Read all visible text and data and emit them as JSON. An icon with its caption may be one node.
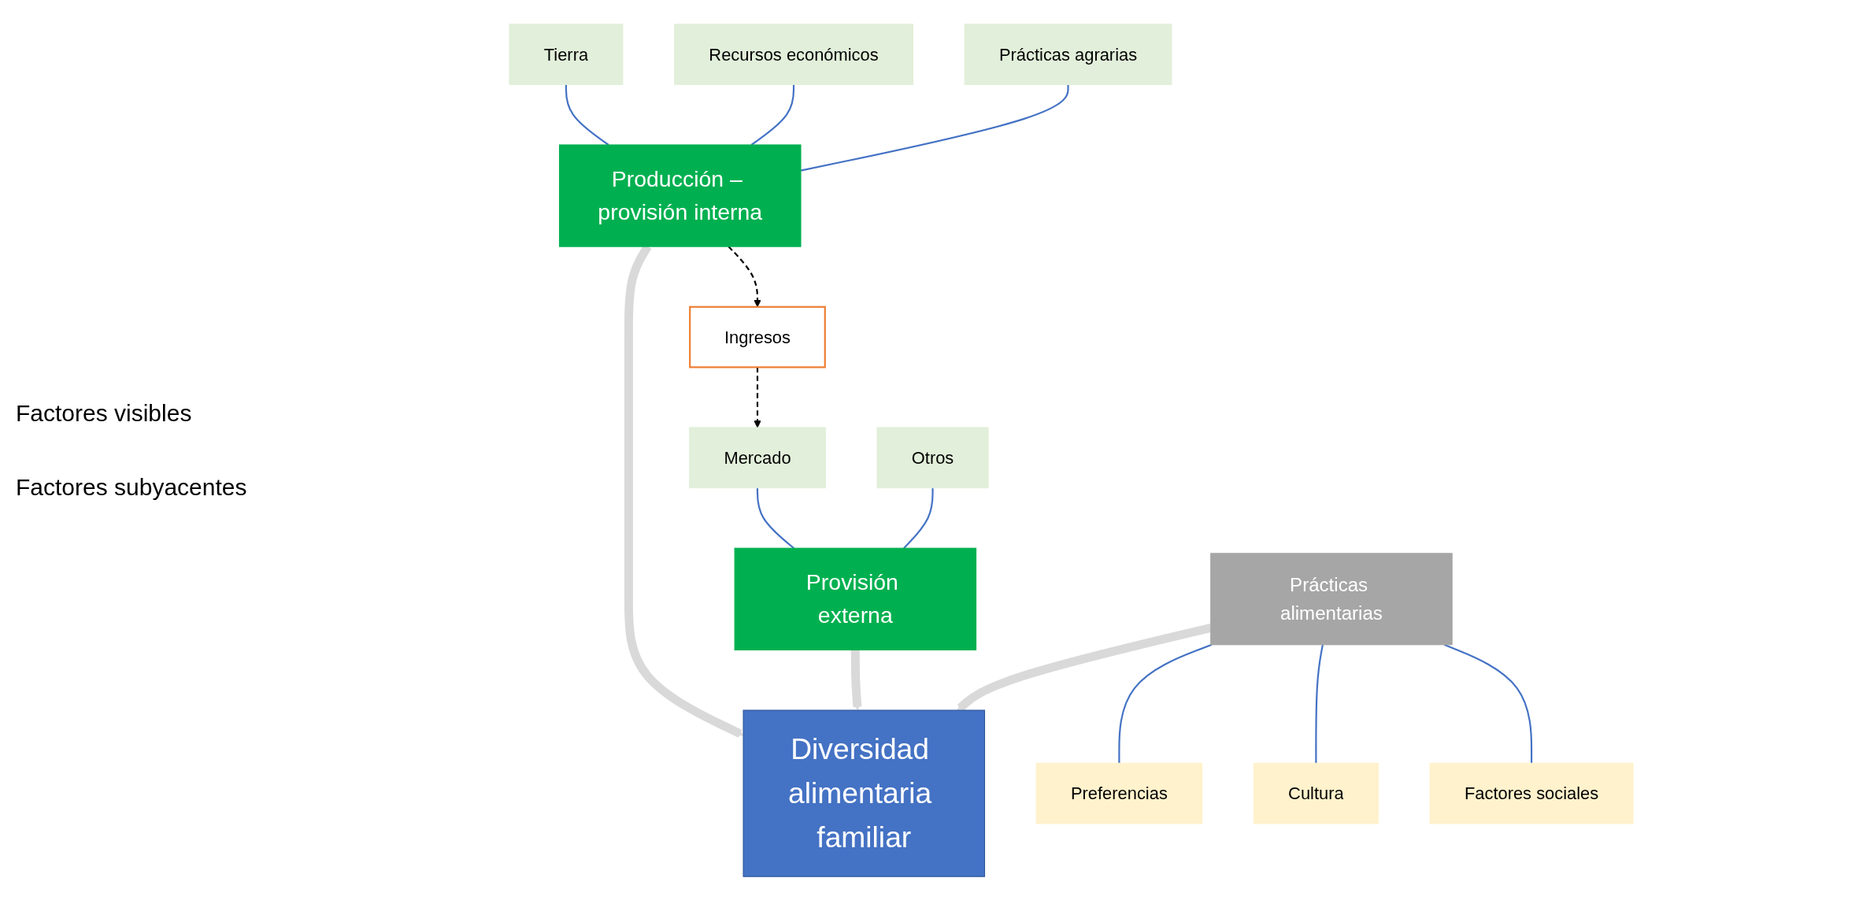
{
  "diagram": {
    "nodes": [
      {
        "text": [
          "Tierra"
        ]
      },
      {
        "text": [
          "Recursos económicos"
        ]
      },
      {
        "text": [
          "Prácticas agrarias"
        ]
      },
      {
        "text": [
          "Producción – provisión interna"
        ]
      },
      {
        "text": [
          "Ingresos"
        ]
      },
      {
        "text": [
          "Mercado"
        ]
      },
      {
        "text": [
          "Otros"
        ]
      },
      {
        "text": [
          "Provisión externa"
        ]
      },
      {
        "text": [
          "Diversidad alimentaria familiar"
        ]
      },
      {
        "text": [
          "Prácticas alimentarias"
        ]
      },
      {
        "text": [
          "Preferencias"
        ]
      },
      {
        "text": [
          "Cultura"
        ]
      },
      {
        "text": [
          "Factores sociales"
        ]
      }
    ],
    "edges": [
      {
        "from": 0,
        "to": 3,
        "arrow": "none"
      },
      {
        "from": 1,
        "to": 3,
        "arrow": "none"
      },
      {
        "from": 2,
        "to": 3,
        "arrow": "none"
      },
      {
        "from": 3,
        "to": 4,
        "arrow": "to",
        "style": "dashed",
        "color": "#000000"
      },
      {
        "from": 4,
        "to": 5,
        "arrow": "to",
        "style": "dashed",
        "color": "#000000"
      },
      {
        "from": 5,
        "to": 7,
        "arrow": "none"
      },
      {
        "from": 6,
        "to": 7,
        "arrow": "none"
      },
      {
        "from": 3,
        "to": 8,
        "arrow": "to",
        "style": "thick",
        "color": "#d9d9d9"
      },
      {
        "from": 7,
        "to": 8,
        "arrow": "to",
        "style": "thick",
        "color": "#d9d9d9"
      },
      {
        "from": 9,
        "to": 8,
        "arrow": "to",
        "style": "thick",
        "color": "#d9d9d9"
      },
      {
        "from": 9,
        "to": 10,
        "arrow": "none"
      },
      {
        "from": 9,
        "to": 11,
        "arrow": "none"
      },
      {
        "from": 9,
        "to": 12,
        "arrow": "none"
      }
    ],
    "labels": [
      "Factores visibles",
      "Factores subyacentes"
    ]
  }
}
